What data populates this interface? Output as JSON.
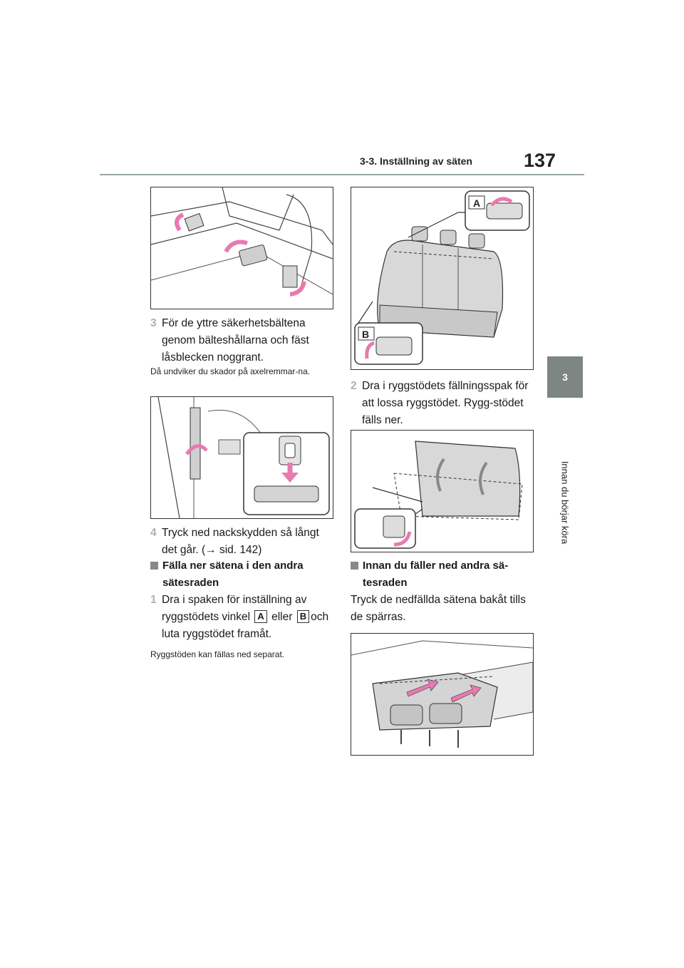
{
  "header": {
    "section": "3-3. Inställning av säten",
    "page_number": "137"
  },
  "chapter": {
    "number": "3",
    "title": "Innan du börjar köra"
  },
  "left_column": {
    "step3": {
      "num": "3",
      "text": "För de yttre säkerhetsbältena genom bälteshållarna och fäst låsblecken noggrant."
    },
    "note1": "Då undviker du skador på axelremmar-na.",
    "step4": {
      "num": "4",
      "text": "Tryck ned nackskydden så långt det går. (→ sid. 142)"
    },
    "heading1": "Fälla ner sätena i den andra sätesraden",
    "step1": {
      "num": "1",
      "text_a": "Dra i spaken för inställning av ryggstödets vinkel",
      "label_a": "A",
      "text_b": "eller",
      "label_b": "B",
      "text_c": "och luta ryggstödet framåt."
    },
    "note2": "Ryggstöden kan fällas ned separat."
  },
  "right_column": {
    "fig_label_a": "A",
    "fig_label_b": "B",
    "step2": {
      "num": "2",
      "text": "Dra i ryggstödets fällningsspak för att lossa ryggstödet. Rygg-stödet fälls ner."
    },
    "heading2": "Innan du fäller ned andra sä-tesraden",
    "body": "Tryck de nedfällda sätena bakåt tills de spärras."
  },
  "colors": {
    "arrow": "#e87ab0",
    "chapter_tab": "#7d8682",
    "rule": "#9aa8a4"
  }
}
